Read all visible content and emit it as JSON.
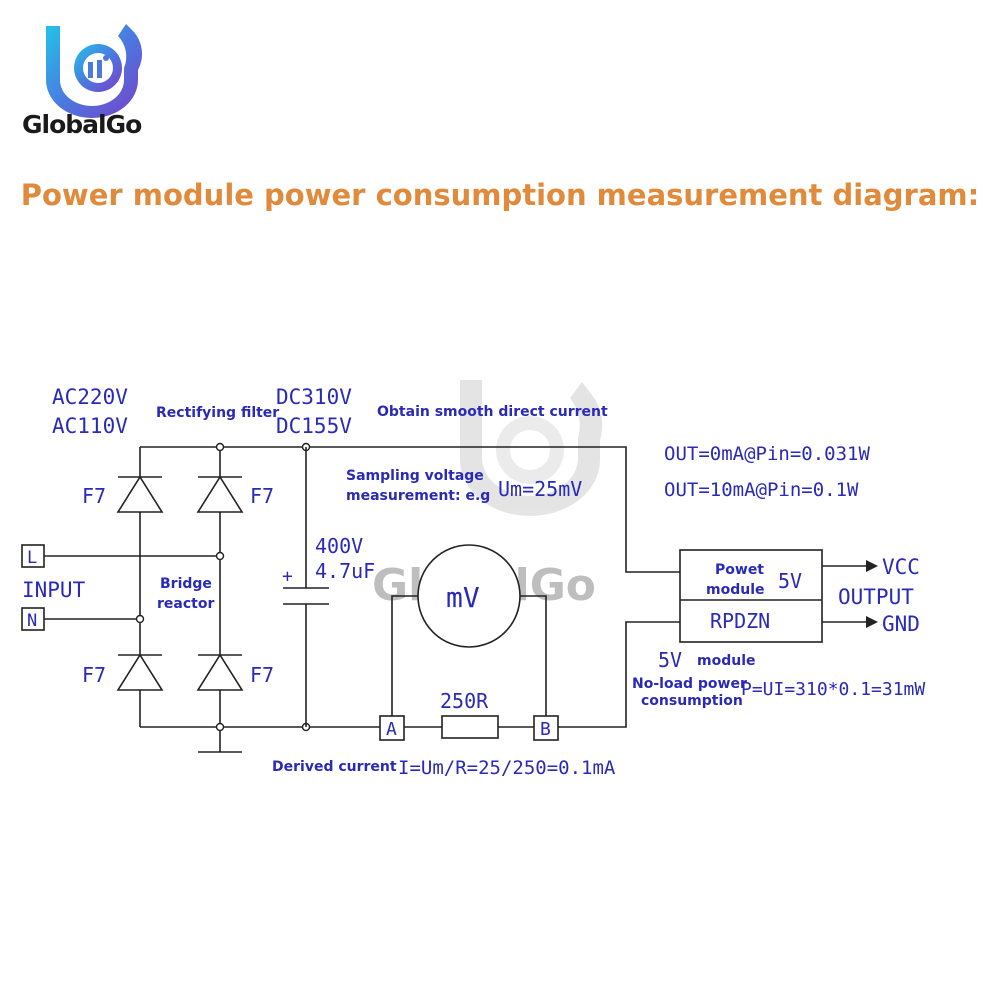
{
  "brand": {
    "name": "GlobalGo",
    "watermark_text": "GlobalGo"
  },
  "title": "Power module power consumption measurement diagram:",
  "colors": {
    "title": "#e08a3c",
    "diagram_text": "#2a2ab8",
    "wire": "#222222"
  },
  "diagram": {
    "input_voltage": [
      "AC220V",
      "AC110V"
    ],
    "rectifying_filter_note": "Rectifying filter",
    "dc_voltage": [
      "DC310V",
      "DC155V"
    ],
    "smooth_dc_note": "Obtain smooth direct current",
    "sampling_note": [
      "Sampling voltage",
      "measurement: e.g"
    ],
    "um_value": "Um=25mV",
    "out_specs": [
      "OUT=0mA@Pin=0.031W",
      "OUT=10mA@Pin=0.1W"
    ],
    "fuse_labels": [
      "F7",
      "F7",
      "F7",
      "F7"
    ],
    "terminal_l": "L",
    "terminal_n": "N",
    "input_label": "INPUT",
    "bridge_note": [
      "Bridge",
      "reactor"
    ],
    "capacitor": [
      "400V",
      "4.7uF"
    ],
    "plus_sign": "+",
    "meter_label": "mV",
    "module_title": [
      "Powet",
      "module"
    ],
    "module_voltage": "5V",
    "module_name": "RPDZN",
    "vcc_label": "VCC",
    "output_label": "OUTPUT",
    "gnd_label": "GND",
    "resistor_label": "250R",
    "node_a": "A",
    "node_b": "B",
    "module_5v_value": "5V",
    "module_5v_word": "module",
    "no_load_note": [
      "No-load power",
      "consumption"
    ],
    "power_formula": "P=UI=310*0.1=31mW",
    "derived_current_note": "Derived current",
    "current_formula": "I=Um/R=25/250=0.1mA"
  }
}
